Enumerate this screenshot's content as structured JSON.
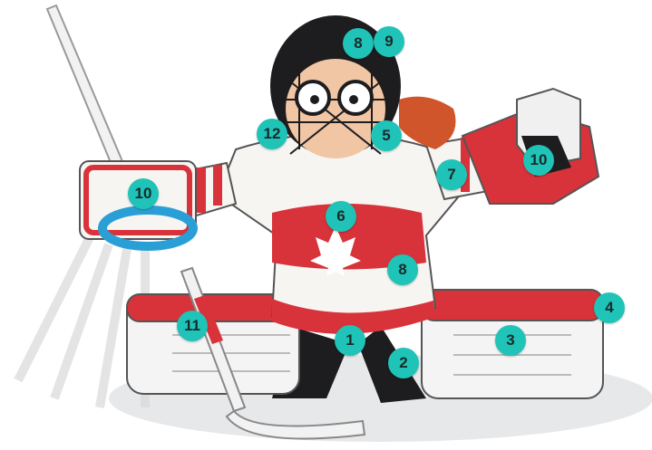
{
  "colors": {
    "marker_fill": "#1fc3b8",
    "marker_text": "#1b2a2a",
    "jersey_red": "#d8323a",
    "jersey_white": "#f7f5f2",
    "mask_black": "#1d1d1f",
    "blocker_blue": "#2a9fd6",
    "ice_shadow": "#e3e6e8"
  },
  "markers": [
    {
      "id": "m1",
      "label": "1"
    },
    {
      "id": "m2",
      "label": "2"
    },
    {
      "id": "m3",
      "label": "3"
    },
    {
      "id": "m4",
      "label": "4"
    },
    {
      "id": "m5",
      "label": "5"
    },
    {
      "id": "m6",
      "label": "6"
    },
    {
      "id": "m7",
      "label": "7"
    },
    {
      "id": "m8a",
      "label": "8"
    },
    {
      "id": "m8b",
      "label": "8"
    },
    {
      "id": "m9",
      "label": "9"
    },
    {
      "id": "m10a",
      "label": "10"
    },
    {
      "id": "m10b",
      "label": "10"
    },
    {
      "id": "m11",
      "label": "11"
    },
    {
      "id": "m12",
      "label": "12"
    }
  ]
}
